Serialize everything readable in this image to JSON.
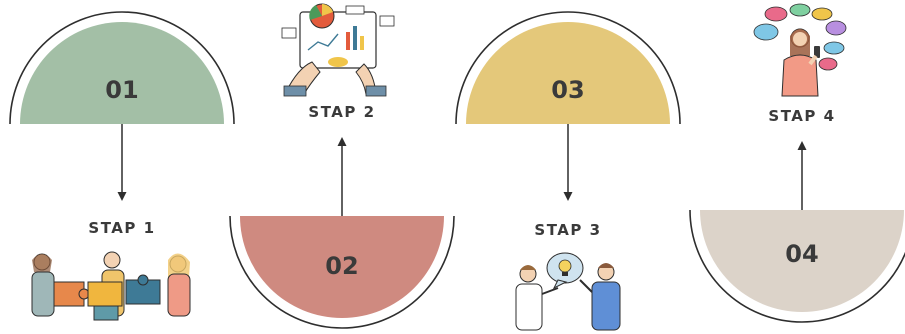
{
  "steps": [
    {
      "number": "01",
      "label": "STAP 1",
      "color": "#a3bfa6",
      "illustration": "puzzle-team-icon"
    },
    {
      "number": "02",
      "label": "STAP 2",
      "color": "#cf8a80",
      "illustration": "data-analysis-icon"
    },
    {
      "number": "03",
      "label": "STAP 3",
      "color": "#e4c87a",
      "illustration": "idea-discussion-icon"
    },
    {
      "number": "04",
      "label": "STAP 4",
      "color": "#dcd3c9",
      "illustration": "social-chat-icon"
    }
  ],
  "colors": {
    "text": "#3a3a3a",
    "outline": "#2e2e2e"
  }
}
